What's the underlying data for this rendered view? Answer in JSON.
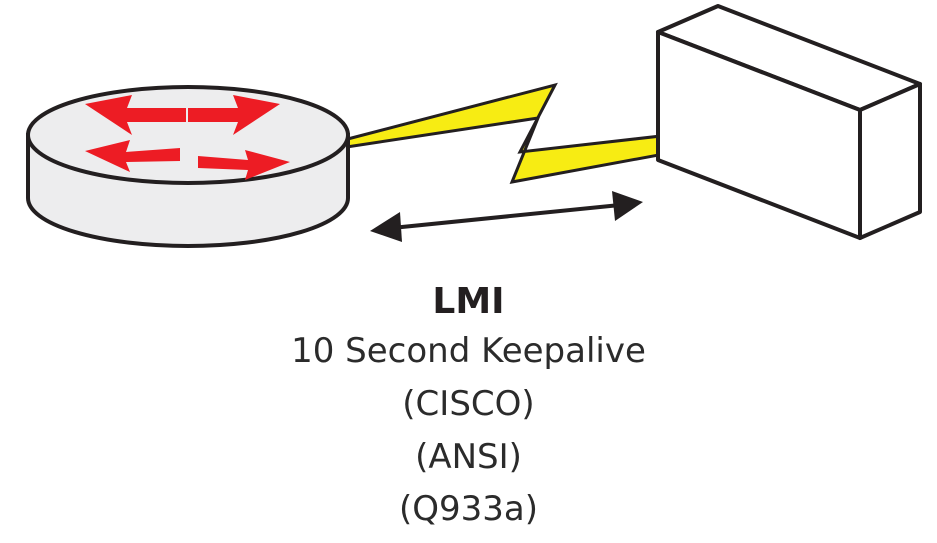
{
  "caption": {
    "title": "LMI",
    "lines": [
      "10 Second Keepalive",
      "(CISCO)",
      "(ANSI)",
      "(Q933a)"
    ]
  },
  "colors": {
    "router_fill": "#ededee",
    "outline": "#231f20",
    "arrow_red": "#ed1c24",
    "lightning_yellow": "#f7ec13",
    "switch_fill": "#ffffff",
    "text": "#231f20"
  },
  "icons": {
    "router": "router-icon",
    "switch": "frame-relay-switch-icon",
    "link": "serial-link-lightning-icon",
    "arrow": "bidirectional-arrow-icon"
  }
}
